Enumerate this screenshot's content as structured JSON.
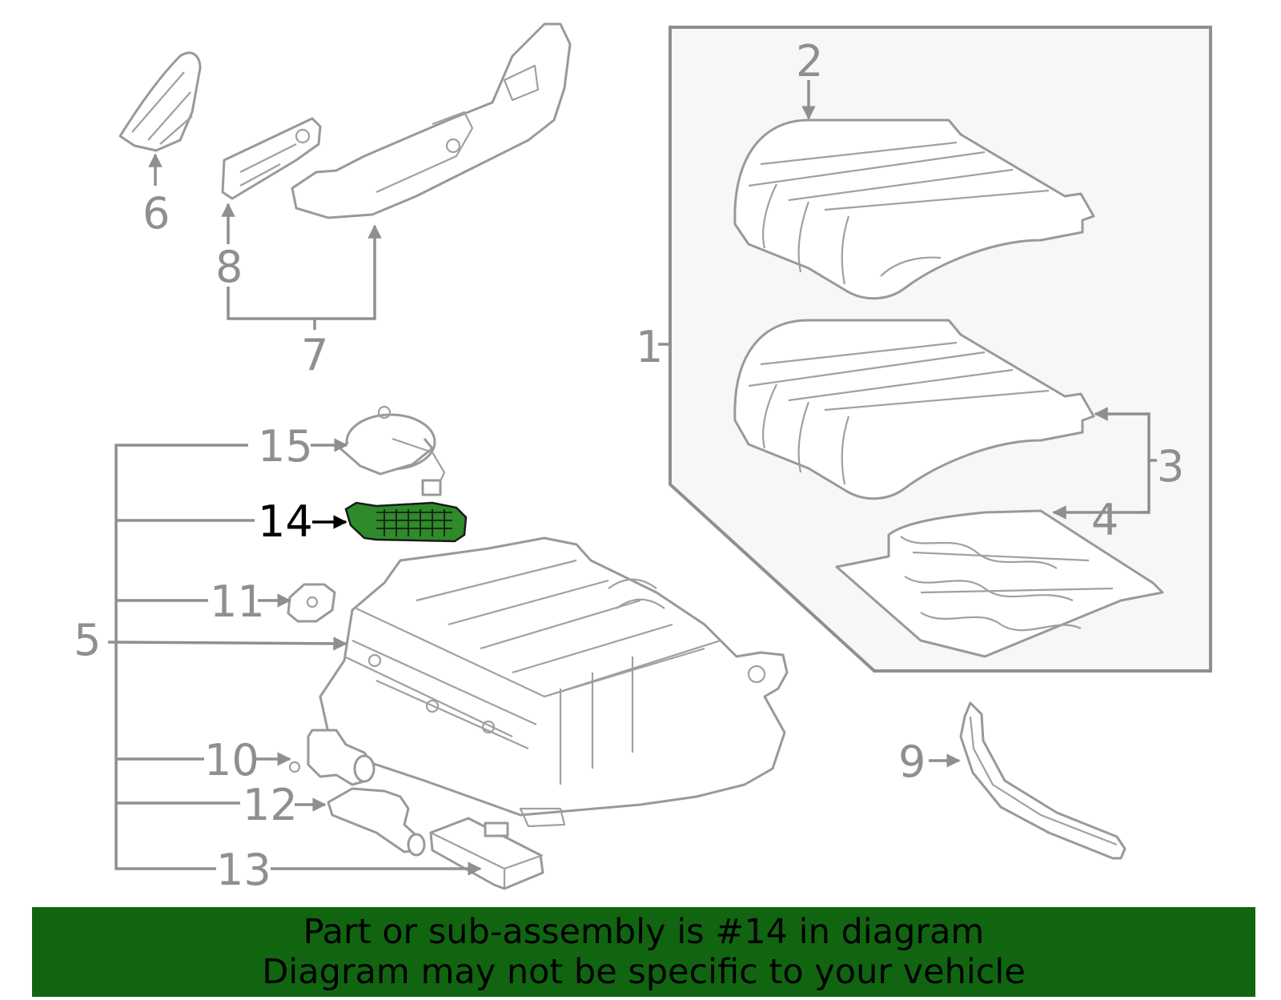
{
  "colors": {
    "banner_bg": "#116511",
    "highlight": "#2f8a2a",
    "line": "#8f8f8f"
  },
  "callouts": [
    {
      "id": "1",
      "label": "1"
    },
    {
      "id": "2",
      "label": "2"
    },
    {
      "id": "3",
      "label": "3"
    },
    {
      "id": "4",
      "label": "4"
    },
    {
      "id": "5",
      "label": "5"
    },
    {
      "id": "6",
      "label": "6"
    },
    {
      "id": "7",
      "label": "7"
    },
    {
      "id": "8",
      "label": "8"
    },
    {
      "id": "9",
      "label": "9"
    },
    {
      "id": "10",
      "label": "10"
    },
    {
      "id": "11",
      "label": "11"
    },
    {
      "id": "12",
      "label": "12"
    },
    {
      "id": "13",
      "label": "13"
    },
    {
      "id": "14",
      "label": "14",
      "highlighted": true
    },
    {
      "id": "15",
      "label": "15"
    }
  ],
  "banner": {
    "line1": "Part or sub-assembly is #14 in diagram",
    "line2": "Diagram may not be specific to your vehicle"
  }
}
